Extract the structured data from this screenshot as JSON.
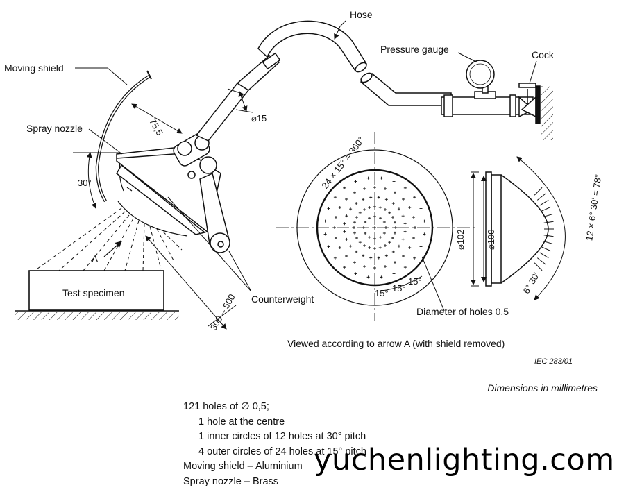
{
  "labels": {
    "hose": "Hose",
    "pressure_gauge": "Pressure gauge",
    "cock": "Cock",
    "moving_shield": "Moving shield",
    "spray_nozzle": "Spray nozzle",
    "test_specimen": "Test specimen",
    "counterweight": "Counterweight",
    "diameter_of_holes": "Diameter of holes 0,5",
    "arrow": "A"
  },
  "dimensions": {
    "d75": "75,5",
    "d15": "⌀15",
    "angle30": "30°",
    "range": "300 – 500",
    "holes_angle": "24 × 15° = 360°",
    "d102": "⌀102",
    "d100": "⌀100",
    "arc": "12 × 6° 30′ = 78°",
    "step": "6° 30′",
    "p15a": "15°",
    "p15b": "15°",
    "p15c": "15°"
  },
  "caption": "Viewed according to arrow A (with shield removed)",
  "ref": "IEC   283/01",
  "units": "Dimensions in millimetres",
  "notes": {
    "line1": "121 holes of ∅ 0,5;",
    "line2": "1 hole at the centre",
    "line3": "1 inner circles of 12 holes at 30° pitch",
    "line4": "4 outer circles of 24 holes at 15° pitch",
    "line5": "Moving shield – Aluminium",
    "line6": "Spray nozzle – Brass"
  },
  "watermark": "yuchenlighting.com"
}
